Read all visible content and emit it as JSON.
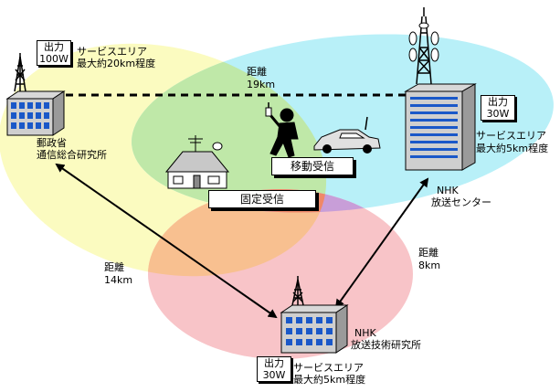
{
  "stations": {
    "ministry": {
      "power_label": "出力",
      "power_value": "100W",
      "area_line1": "サービスエリア",
      "area_line2": "最大約20km程度",
      "name_line1": "郵政省",
      "name_line2": "通信総合研究所"
    },
    "nhk_center": {
      "power_label": "出力",
      "power_value": "30W",
      "area_line1": "サービスエリア",
      "area_line2": "最大約5km程度",
      "name_line1": "NHK",
      "name_line2": "放送センター"
    },
    "nhk_lab": {
      "power_label": "出力",
      "power_value": "30W",
      "area_line1": "サービスエリア",
      "area_line2": "最大約5km程度",
      "name_line1": "NHK",
      "name_line2": "放送技術研究所"
    }
  },
  "distances": {
    "top": {
      "label": "距離",
      "value": "19km"
    },
    "left": {
      "label": "距離",
      "value": "14km"
    },
    "right": {
      "label": "距離",
      "value": "8km"
    }
  },
  "reception": {
    "mobile": "移動受信",
    "fixed": "固定受信"
  },
  "colors": {
    "yellow_area": "#fbfbc0",
    "cyan_area": "#b8f0f8",
    "pink_area": "#f8c4c8",
    "green_overlap": "#bfe8a8",
    "orange_overlap": "#f8c090",
    "purple_overlap": "#c89ed8",
    "center_overlap": "#f08868"
  }
}
